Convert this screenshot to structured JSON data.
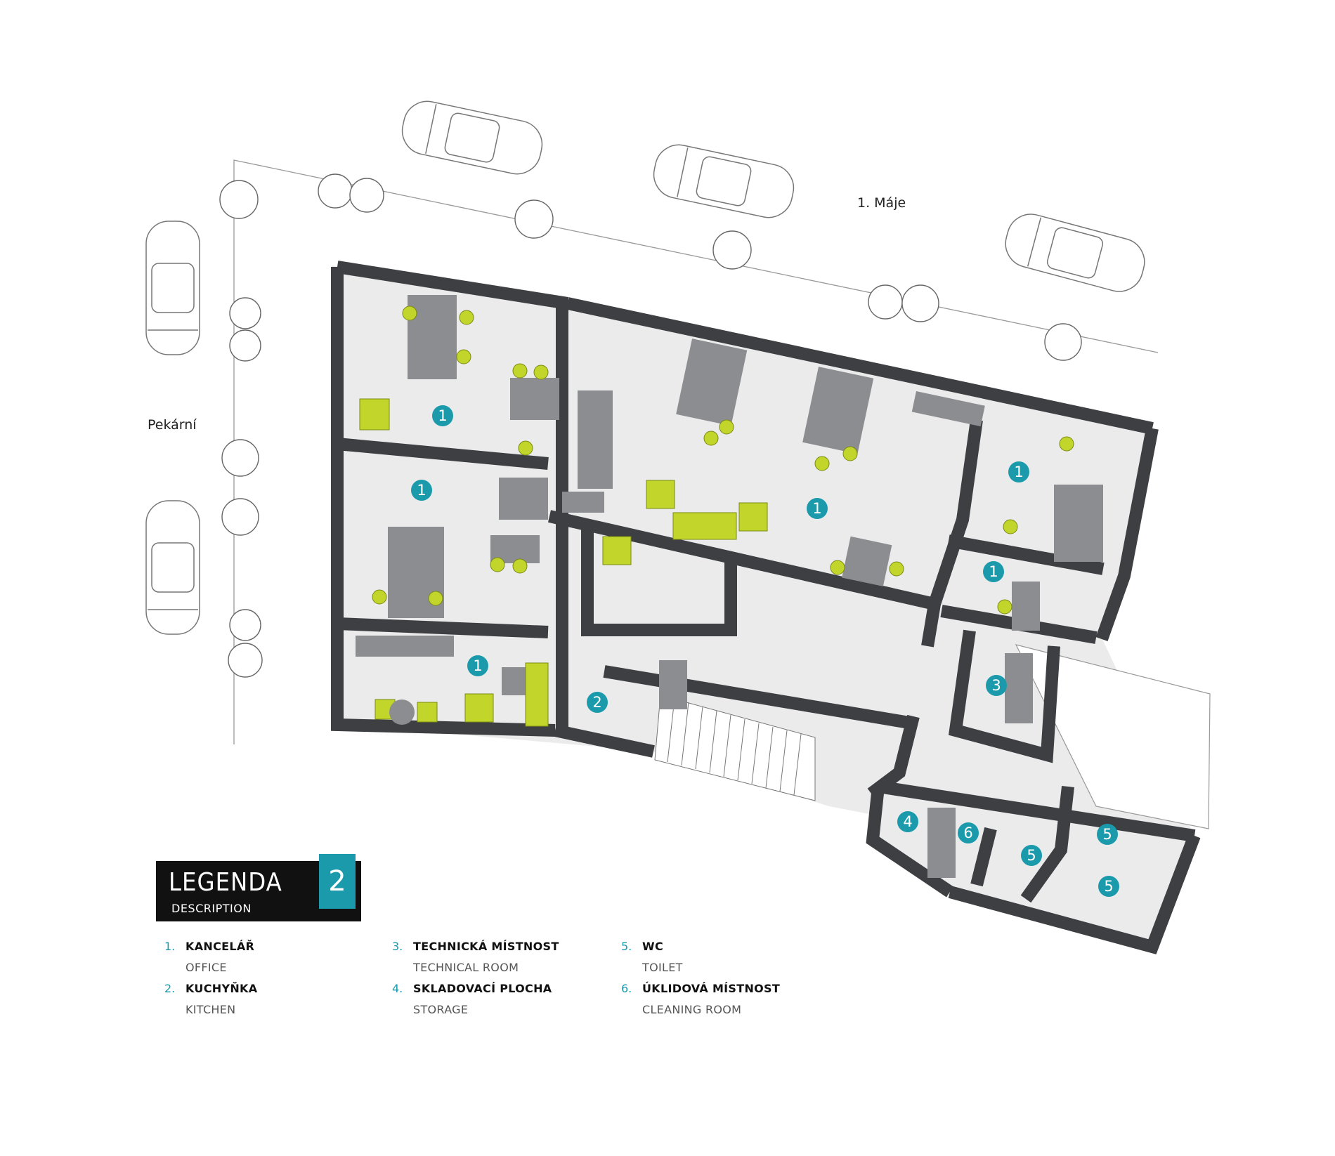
{
  "streets": {
    "north": "1. Máje",
    "west": "Pekární"
  },
  "room_markers": [
    {
      "label": "1"
    },
    {
      "label": "1"
    },
    {
      "label": "1"
    },
    {
      "label": "1"
    },
    {
      "label": "1"
    },
    {
      "label": "1"
    },
    {
      "label": "2"
    },
    {
      "label": "3"
    },
    {
      "label": "4"
    },
    {
      "label": "6"
    },
    {
      "label": "5"
    },
    {
      "label": "5"
    },
    {
      "label": "5"
    }
  ],
  "legend": {
    "title": "LEGENDA",
    "subtitle": "DESCRIPTION",
    "number": "2",
    "items": [
      {
        "num": "1.",
        "cz": "KANCELÁŘ",
        "en": "OFFICE"
      },
      {
        "num": "2.",
        "cz": "KUCHYŇKA",
        "en": "KITCHEN"
      },
      {
        "num": "3.",
        "cz": "TECHNICKÁ MÍSTNOST",
        "en": "TECHNICAL ROOM"
      },
      {
        "num": "4.",
        "cz": "SKLADOVACÍ PLOCHA",
        "en": "STORAGE"
      },
      {
        "num": "5.",
        "cz": "WC",
        "en": "TOILET"
      },
      {
        "num": "6.",
        "cz": "ÚKLIDOVÁ MÍSTNOST",
        "en": "CLEANING ROOM"
      }
    ]
  },
  "colors": {
    "wall": "#3d3f42",
    "floor": "#e9e9ea",
    "furniture": "#8c8d90",
    "chair": "#c2d52a",
    "marker": "#1a9aab"
  }
}
